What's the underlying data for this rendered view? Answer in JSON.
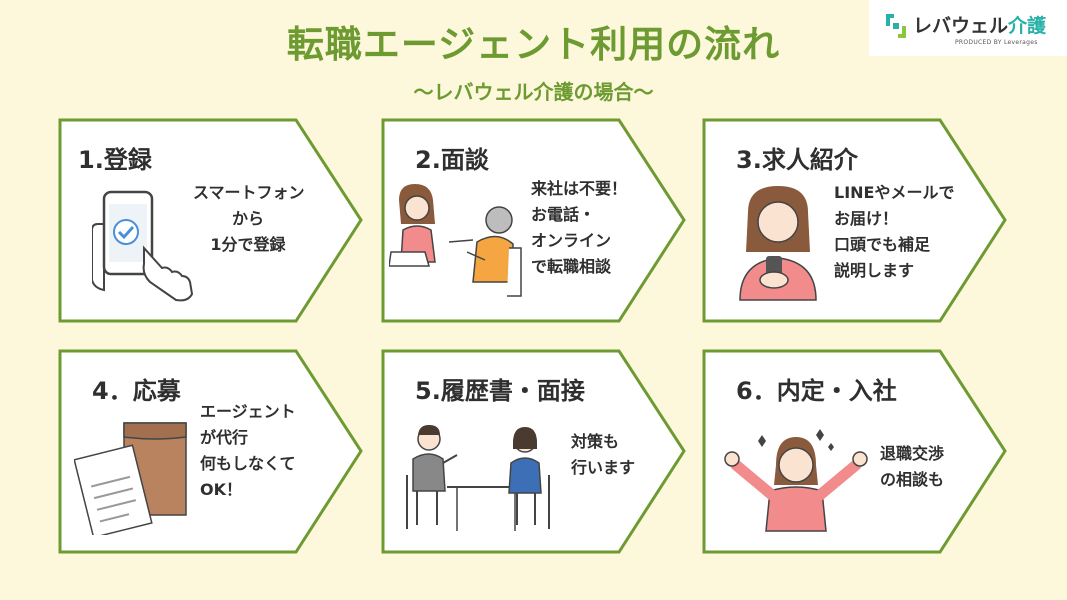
{
  "page": {
    "title": "転職エージェント利用の流れ",
    "subtitle": "〜レバウェル介護の場合〜"
  },
  "logo": {
    "name_main": "レバウェル",
    "name_accent": "介護",
    "produced_by": "PRODUCED BY Leverages"
  },
  "colors": {
    "accent_green": "#6d9b32",
    "background": "#fdf8dc",
    "card_fill": "#ffffff",
    "logo_teal": "#27b1a8"
  },
  "steps": [
    {
      "title": "1.登録",
      "lines": [
        "スマートフォン",
        "から",
        "1分で登録"
      ],
      "icon": "smartphone-check-icon"
    },
    {
      "title": "2.面談",
      "lines": [
        "来社は不要！",
        "お電話・",
        "オンライン",
        "で転職相談"
      ],
      "icon": "interview-icon"
    },
    {
      "title": "3.求人紹介",
      "lines": [
        "LINEやメールで",
        "お届け！",
        "口頭でも補足",
        "説明します"
      ],
      "icon": "woman-phone-icon"
    },
    {
      "title": "4．応募",
      "lines": [
        "エージェント",
        "が代行",
        "何もしなくて",
        "OK！"
      ],
      "icon": "documents-envelope-icon"
    },
    {
      "title": "5.履歴書・面接",
      "lines": [
        "対策も",
        "行います"
      ],
      "icon": "job-interview-icon"
    },
    {
      "title": "6．内定・入社",
      "lines": [
        "退職交渉",
        "の相談も"
      ],
      "icon": "celebrating-woman-icon"
    }
  ]
}
